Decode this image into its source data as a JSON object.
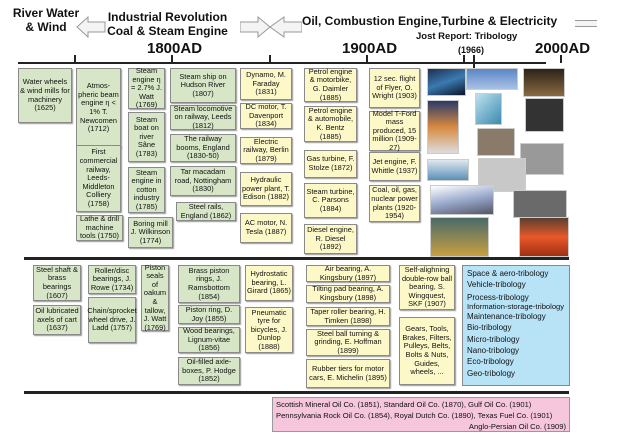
{
  "header": {
    "era1": "River Water & Wind",
    "era2_line1": "Industrial Revolution",
    "era2_line2": "Coal & Steam Engine",
    "era3": "Oil, Combustion Engine,Turbine & Electricity",
    "jost": "Jost Report: Tribology",
    "jost_year": "(1966)",
    "y1800": "1800AD",
    "y1900": "1900AD",
    "y2000": "2000AD"
  },
  "top": [
    "Water wheels & wind mills for machinery (1625)",
    "Atmos-pheric beam engine η < 1% T. Newcomen (1712)",
    "First commercial railway, Leeds-Middleton Colliery (1758)",
    "Lathe & drill machine tools (1750)",
    "Steam engine η = 2.7% J. Watt (1769)",
    "Steam boat on river Sâne (1783)",
    "Steam engine in cotton industry (1785)",
    "Boring mill J. Wilkinson (1774)",
    "Steam ship on Hudson River (1807)",
    "Steam locomotive on railway, Leeds (1812)",
    "The railway booms, England (1830-50)",
    "Tar macadam road, Nottingham (1830)",
    "Steel rails, England (1862)",
    "Dynamo, M. Faraday (1831)",
    "DC motor, T. Davenport (1834)",
    "Electric railway, Berlin (1879)",
    "Hydraulic power plant, T. Edison (1882)",
    "AC motor, N. Tesla (1887)",
    "Petrol engine & motorbike, G. Daimler (1885)",
    "Petrol engine & automobile, K. Bentz (1885)",
    "Gas turbine, F. Stolze (1872)",
    "Steam turbine, C. Parsons (1884)",
    "Diesel engine, R. Diesel (1892)",
    "12 sec. flight of Flyer, O. Wright (1903)",
    "Model T-Ford mass produced, 15 million (1909-27)",
    "Jet engine, F. Whittle (1937)",
    "Coal, oil, gas, nuclear power plants (1920-1954)"
  ],
  "bottom": [
    "Steel shaft & brass bearings (1607)",
    "Oil lubricated axels of cart (1637)",
    "Roller/disc bearings, J. Rowe (1734)",
    "Chain/sprocket wheel drive, J. Ladd (1757)",
    "Piston seals of oakum & tallow, J. Watt (1769)",
    "Brass piston rings, J. Ramsbottom (1854)",
    "Piston ring, D. Joy (1855)",
    "Wood bearings, Lignum-vitae (1856)",
    "Oil-filled axle-boxes, P. Hodge (1852)",
    "Hydrostatic bearing, L. Girard (1865)",
    "Pneumatic tyre for bicycles, J. Dunlop (1888)",
    "Air bearing, A. Kingsbury (1897)",
    "Tilting pad bearing, A. Kingsbury (1898)",
    "Taper roller bearing, H. Timken (1898)",
    "Steel ball turning & grinding, E. Hoffman (1899)",
    "Rubber tiers for motor cars, E. Michelin (1895)",
    "Self-alighning double-row ball bearing, S. Wingquest, SKF (1907)",
    "Gears, Tools, Brakes, Filters, Pulleys, Belts, Bolts & Nuts, Guides, wheels, ..."
  ],
  "tribology": [
    "Space & aero-tribology",
    "Vehicle-tribology",
    "Process-tribology",
    "Information-storage-tribology",
    "Maintenance-tribology",
    "Bio-tribology",
    "Micro-tribology",
    "Nano-tribology",
    "Eco-tribology",
    "Geo-tribology"
  ],
  "oil_companies": [
    "Scottish Mineral Oil Co. (1851), Standard Oil Co. (1870), Gulf Oil Co. (1901)",
    "Pennsylvania Rock Oil Co. (1854), Royal Dutch Co. (1890), Texas Fuel Co. (1901)",
    "Anglo-Persian Oil Co. (1909)"
  ],
  "colors": {
    "green": "#d6e6c6",
    "yellow": "#fdf8c8",
    "blue": "#b8e3f7",
    "pink": "#f5c6dc"
  }
}
